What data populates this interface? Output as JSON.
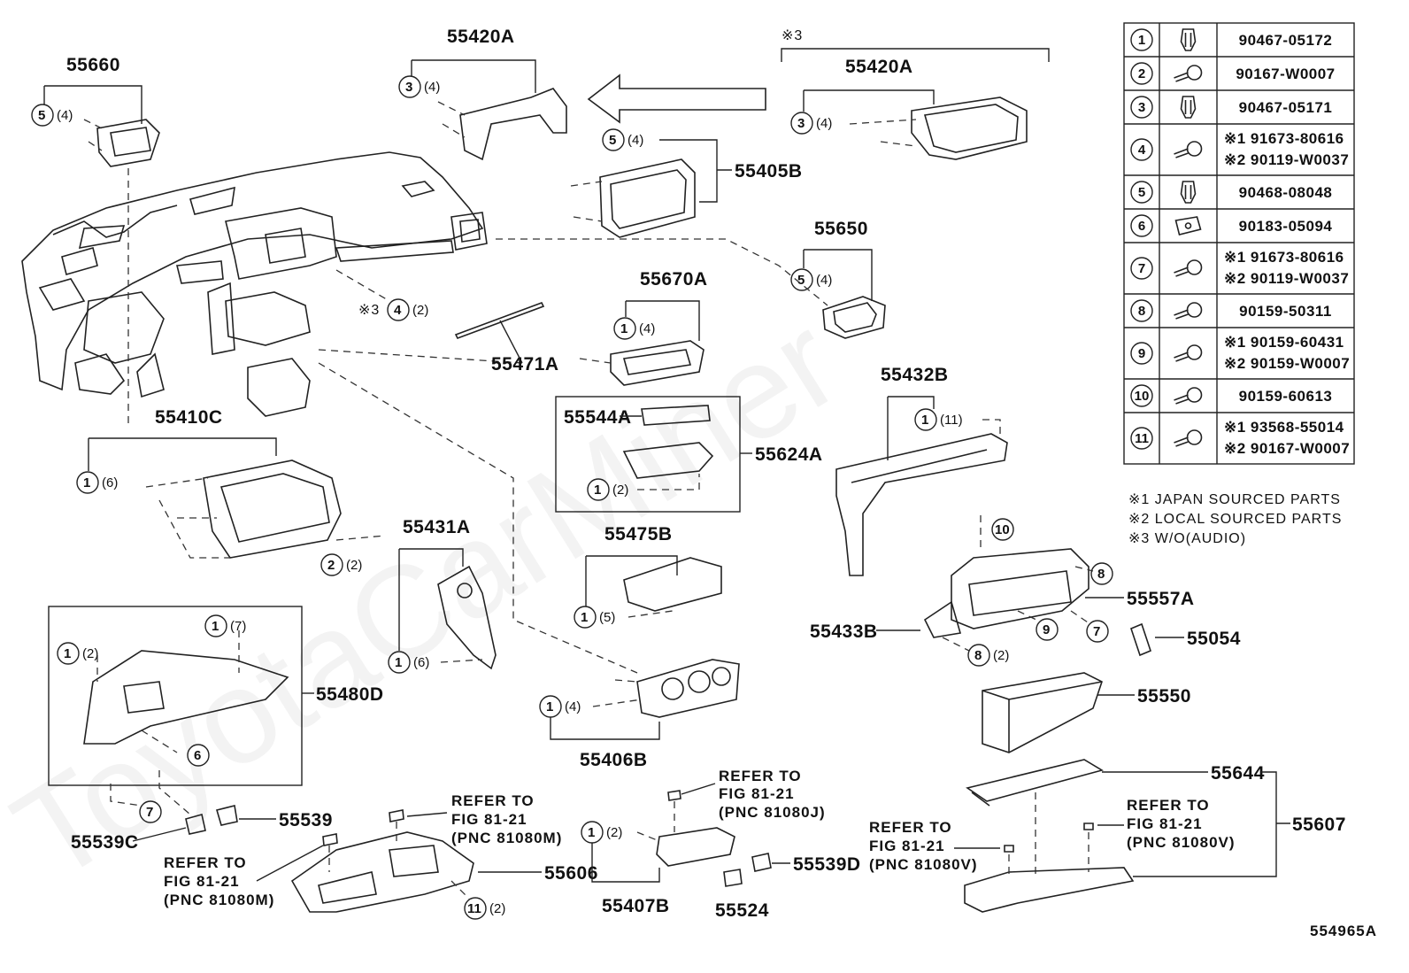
{
  "watermark": "ToyotaCarMiner",
  "diagram_id": "554965A",
  "part_labels": {
    "p55660": "55660",
    "p55420A_left": "55420A",
    "p55420A_right": "55420A",
    "p55405B": "55405B",
    "p55650": "55650",
    "p55670A": "55670A",
    "p55471A": "55471A",
    "p55432B": "55432B",
    "p55410C": "55410C",
    "p55544A": "55544A",
    "p55624A": "55624A",
    "p55431A": "55431A",
    "p55475B": "55475B",
    "p55557A": "55557A",
    "p55433B": "55433B",
    "p55054": "55054",
    "p55480D": "55480D",
    "p55550": "55550",
    "p55406B": "55406B",
    "p55644": "55644",
    "p55607": "55607",
    "p55539": "55539",
    "p55539C": "55539C",
    "p55606": "55606",
    "p55539D": "55539D",
    "p55407B": "55407B",
    "p55524": "55524"
  },
  "callout_qty": {
    "q55660": "(4)",
    "q55420A_left": "(4)",
    "q55420A_right": "(4)",
    "q55405B": "(4)",
    "q55650": "(4)",
    "q55670A": "(4)",
    "q_note3": "(2)",
    "q55432B": "(11)",
    "q55410C": "(6)",
    "q55410C_b": "(2)",
    "q55624A": "(2)",
    "q55431A": "(6)",
    "q55475B": "(5)",
    "q55433B": "(2)",
    "q55480D_a": "(2)",
    "q55480D_b": "(7)",
    "q55406B": "(4)",
    "q55606": "(2)",
    "q55407B": "(2)"
  },
  "note_marks": {
    "audio_left": "※3",
    "audio_top": "※3"
  },
  "refer_to": {
    "r1": [
      "REFER TO",
      "FIG 81-21",
      "(PNC 81080J)"
    ],
    "r2": [
      "REFER TO",
      "FIG 81-21",
      "(PNC 81080M)"
    ],
    "r3": [
      "REFER TO",
      "FIG 81-21",
      "(PNC 81080M)"
    ],
    "r4": [
      "REFER TO",
      "FIG 81-21",
      "(PNC 81080V)"
    ],
    "r5": [
      "REFER TO",
      "FIG 81-21",
      "(PNC 81080V)"
    ]
  },
  "fastener_table": [
    {
      "num": "1",
      "icon": "clip-icon",
      "parts": [
        "90467-05172"
      ]
    },
    {
      "num": "2",
      "icon": "screw-icon",
      "parts": [
        "90167-W0007"
      ]
    },
    {
      "num": "3",
      "icon": "clip-icon",
      "parts": [
        "90467-05171"
      ]
    },
    {
      "num": "4",
      "icon": "screw-icon",
      "parts": [
        "※1 91673-80616",
        "※2 90119-W0037"
      ]
    },
    {
      "num": "5",
      "icon": "clip-icon",
      "parts": [
        "90468-08048"
      ]
    },
    {
      "num": "6",
      "icon": "nut-icon",
      "parts": [
        "90183-05094"
      ]
    },
    {
      "num": "7",
      "icon": "screw-icon",
      "parts": [
        "※1 91673-80616",
        "※2 90119-W0037"
      ]
    },
    {
      "num": "8",
      "icon": "screw-icon",
      "parts": [
        "90159-50311"
      ]
    },
    {
      "num": "9",
      "icon": "screw-icon",
      "parts": [
        "※1 90159-60431",
        "※2 90159-W0007"
      ]
    },
    {
      "num": "10",
      "icon": "screw-icon",
      "parts": [
        "90159-60613"
      ]
    },
    {
      "num": "11",
      "icon": "screw-icon",
      "parts": [
        "※1 93568-55014",
        "※2 90167-W0007"
      ]
    }
  ],
  "notes": [
    "※1 JAPAN SOURCED PARTS",
    "※2 LOCAL SOURCED PARTS",
    "※3 W/O(AUDIO)"
  ]
}
